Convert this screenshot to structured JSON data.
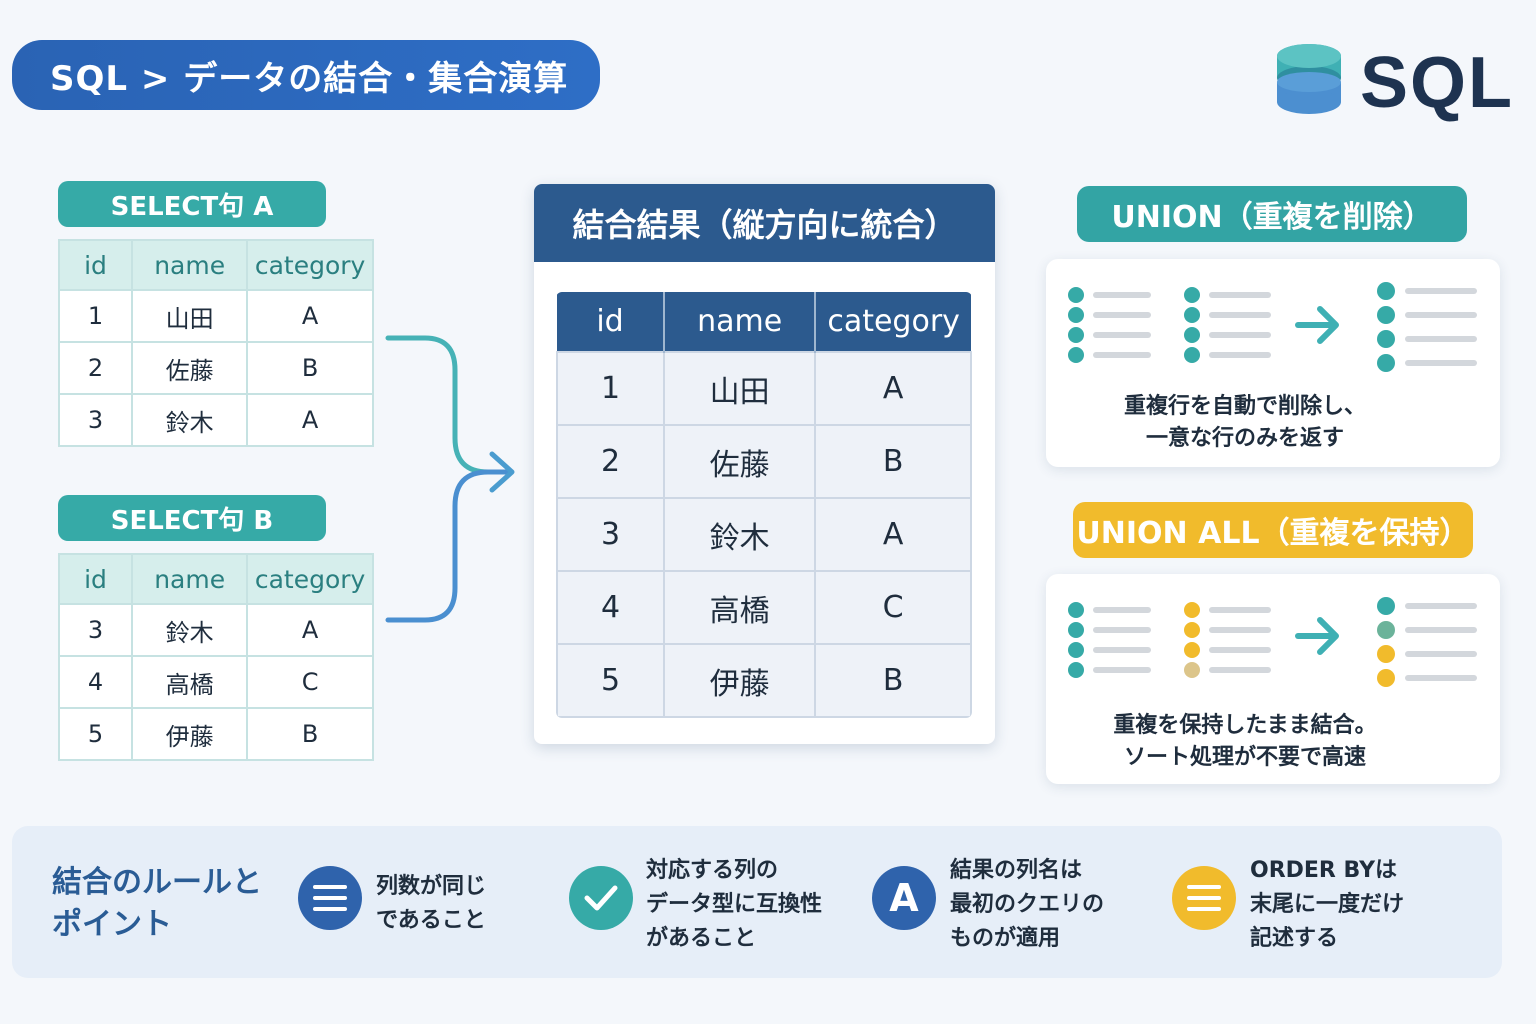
{
  "title": "SQL > データの結合・集合演算",
  "logo": {
    "text": "SQL",
    "icon": "database-icon"
  },
  "select_a": {
    "label": "SELECT句 A",
    "headers": [
      "id",
      "name",
      "category"
    ],
    "rows": [
      [
        "1",
        "山田",
        "A"
      ],
      [
        "2",
        "佐藤",
        "B"
      ],
      [
        "3",
        "鈴木",
        "A"
      ]
    ]
  },
  "select_b": {
    "label": "SELECT句 B",
    "headers": [
      "id",
      "name",
      "category"
    ],
    "rows": [
      [
        "3",
        "鈴木",
        "A"
      ],
      [
        "4",
        "高橋",
        "C"
      ],
      [
        "5",
        "伊藤",
        "B"
      ]
    ]
  },
  "result": {
    "title": "結合結果（縦方向に統合）",
    "headers": [
      "id",
      "name",
      "category"
    ],
    "rows": [
      [
        "1",
        "山田",
        "A"
      ],
      [
        "2",
        "佐藤",
        "B"
      ],
      [
        "3",
        "鈴木",
        "A"
      ],
      [
        "4",
        "高橋",
        "C"
      ],
      [
        "5",
        "伊藤",
        "B"
      ]
    ]
  },
  "union": {
    "label": "UNION（重複を削除）",
    "desc_line1": "重複行を自動で削除し、",
    "desc_line2": "一意な行のみを返す"
  },
  "union_all": {
    "label": "UNION ALL（重複を保持）",
    "desc_line1": "重複を保持したまま結合。",
    "desc_line2": "ソート処理が不要で高速"
  },
  "rules": {
    "title_line1": "結合のルールと",
    "title_line2": "ポイント",
    "items": [
      {
        "icon": "list-icon",
        "lines": [
          "列数が同じ",
          "であること"
        ]
      },
      {
        "icon": "check-icon",
        "lines": [
          "対応する列の",
          "データ型に互換性",
          "があること"
        ]
      },
      {
        "icon": "letter-a-icon",
        "letter": "A",
        "lines": [
          "結果の列名は",
          "最初のクエリの",
          "ものが適用"
        ]
      },
      {
        "icon": "list-icon",
        "lines": [
          "ORDER BYは",
          "末尾に一度だけ",
          "記述する"
        ]
      }
    ]
  },
  "colors": {
    "teal": "#36aaa7",
    "blue": "#2c5a8e",
    "title_blue": "#2a63b4",
    "yellow": "#f1bb2c"
  }
}
